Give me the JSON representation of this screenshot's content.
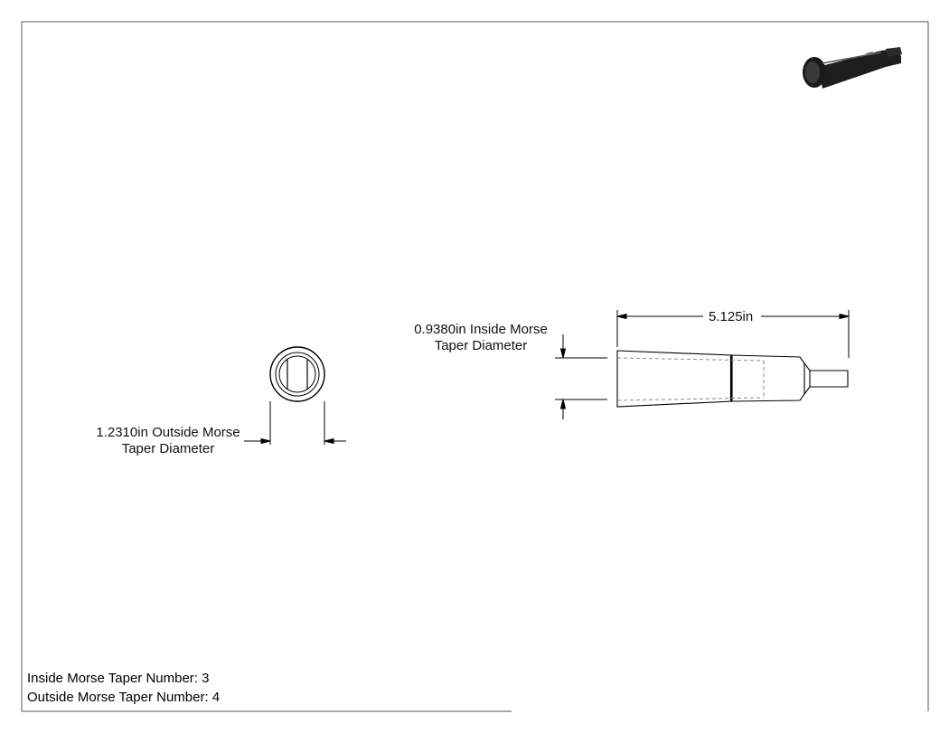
{
  "dimensions": {
    "length": "5.125in",
    "inside_diameter_line1": "0.9380in Inside Morse",
    "inside_diameter_line2": "Taper Diameter",
    "outside_diameter_line1": "1.2310in Outside Morse",
    "outside_diameter_line2": "Taper Diameter"
  },
  "notes": {
    "inside_taper": "Inside Morse Taper Number: 3",
    "outside_taper": "Outside Morse Taper Number: 4"
  },
  "colors": {
    "line": "#000000",
    "hidden_line": "#8a8a8a",
    "iso_body": "#1e1e1e",
    "iso_highlight": "#5a5a5a"
  }
}
